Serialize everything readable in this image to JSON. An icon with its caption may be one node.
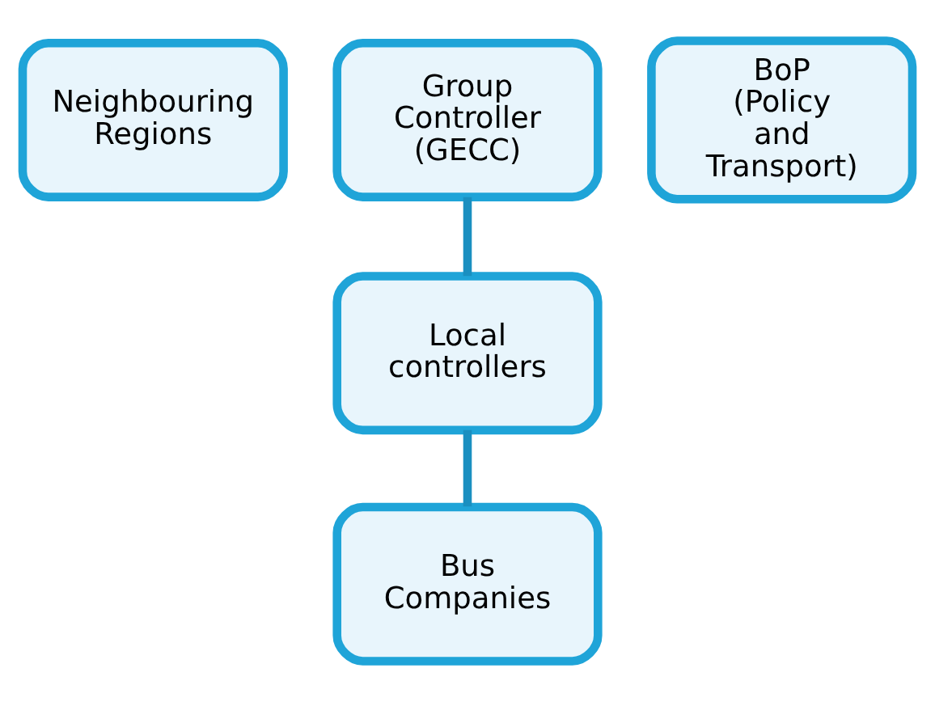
{
  "diagram": {
    "nodes": [
      {
        "text": [
          "Neighbouring Regions"
        ]
      },
      {
        "text": [
          "Group Controller (GECC)"
        ]
      },
      {
        "text": [
          "BoP (Policy and Transport)"
        ]
      },
      {
        "text": [
          "Local controllers"
        ]
      },
      {
        "text": [
          "Bus Companies"
        ]
      }
    ],
    "edges": [
      {
        "from": 1,
        "to": 3,
        "arrow": "none"
      },
      {
        "from": 3,
        "to": 4,
        "arrow": "none"
      }
    ]
  }
}
